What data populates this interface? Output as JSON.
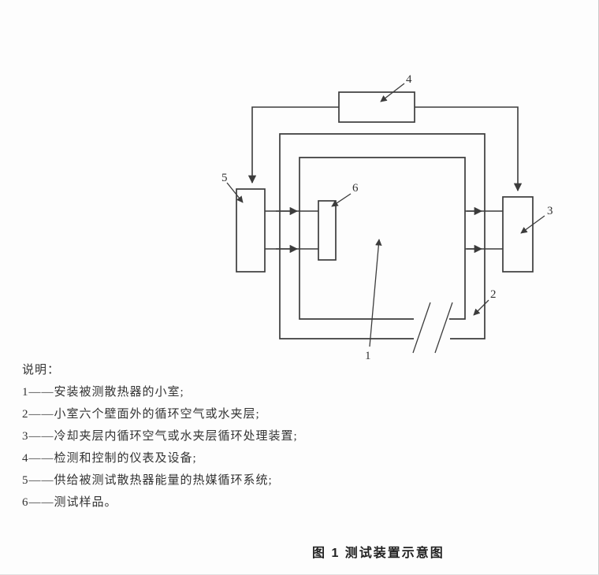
{
  "diagram": {
    "callouts": [
      "1",
      "2",
      "3",
      "4",
      "5",
      "6"
    ]
  },
  "legend": {
    "title": "说明：",
    "items": [
      "1——安装被测散热器的小室;",
      "2——小室六个壁面外的循环空气或水夹层;",
      "3——冷却夹层内循环空气或水夹层循环处理装置;",
      "4——检测和控制的仪表及设备;",
      "5——供给被测试散热器能量的热媒循环系统;",
      "6——测试样品。"
    ]
  },
  "caption": "图 1  测试装置示意图"
}
